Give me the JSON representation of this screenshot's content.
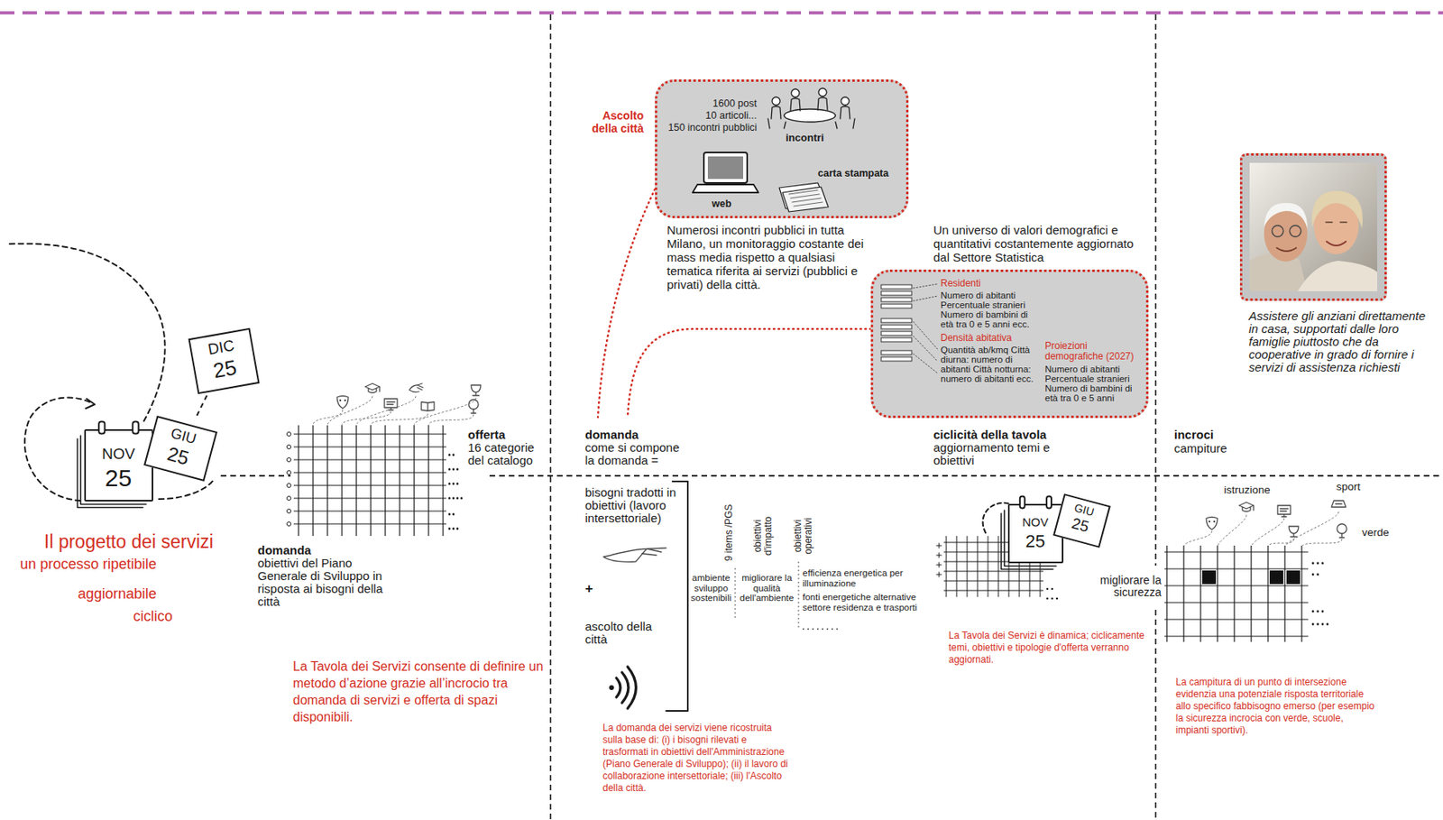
{
  "diagram": {
    "nodes": [
      {
        "text": [
          "DIC",
          "25"
        ]
      },
      {
        "text": [
          "GIU",
          "25"
        ]
      },
      {
        "text": [
          "NOV",
          "25"
        ]
      },
      {
        "text": [
          "Ascolto della città",
          "1600 post",
          "10 articoli...",
          "150 incontri pubblici",
          "incontri",
          "web",
          "carta stampata"
        ]
      },
      {
        "text": [
          "Residenti",
          "Numero di abitanti Percentuale stranieri Numero di bambini di età tra 0 e 5 anni ecc.",
          "Densità abitativa",
          "Quantità ab/kmq Città diurna: numero di abitanti Città notturna: numero di abitanti ecc.",
          "Proiezioni demografiche (2027)",
          "Numero di abitanti Percentuale stranieri Numero di bambini di età tra 0 e 5 anni"
        ]
      },
      {
        "text": [
          "Assistere gli anziani direttamente in casa, supportati dalle loro famiglie piuttosto che da cooperative in grado di fornire i servizi di assistenza richiesti"
        ]
      },
      {
        "text": [
          "NOV",
          "25"
        ]
      },
      {
        "text": [
          "GIU",
          "25"
        ]
      }
    ],
    "edges": [
      {
        "from": 1,
        "to": 0,
        "arrow": "none"
      }
    ],
    "labels": [
      "Il progetto dei servizi",
      "un processo ripetibile",
      "aggiornabile",
      "ciclico",
      "domanda",
      "obiettivi del Piano Generale di Sviluppo in risposta ai bisogni della città",
      "offerta",
      "16 categorie del catalogo",
      "La Tavola dei Servizi consente di definire un metodo d’azione grazie all’incrocio tra domanda di servizi e offerta di spazi disponibili.",
      "Numerosi incontri pubblici in tutta Milano, un monitoraggio costante dei mass media rispetto a qualsiasi tematica riferita ai servizi (pubblici e privati) della città.",
      "Un universo di valori demografici e quantitativi costantemente aggiornato dal Settore Statistica",
      "domanda",
      "come si compone la domanda =",
      "ciclicità della tavola",
      "aggiornamento temi e obiettivi",
      "incroci",
      "campiture",
      "bisogni tradotti in obiettivi (lavoro intersettoriale)",
      "+",
      "ascolto della città",
      "9 items /PGS",
      "obiettivi d'impatto",
      "obiettivi operativi",
      "ambiente sviluppo sostenibili",
      "migliorare la qualità dell'ambiente",
      "efficienza energetica per illuminazione",
      "fonti energetiche alternative settore residenza e trasporti",
      "La domanda dei servizi viene ricostruita sulla base di: (i) i bisogni rilevati e trasformati in obiettivi dell'Amministrazione (Piano Generale di Sviluppo); (ii) il lavoro di collaborazione intersettoriale; (iii) l'Ascolto della città.",
      "La Tavola dei Servizi è dinamica; ciclicamente temi, obiettivi e tipologie d'offerta verranno aggiornati.",
      "istruzione",
      "sport",
      "verde",
      "migliorare la sicurezza",
      "La campitura di un punto di intersezione evidenzia una potenziale risposta territoriale allo specifico fabbisogno emerso (per esempio la sicurezza incrocia con verde, scuole, impianti sportivi)."
    ]
  }
}
